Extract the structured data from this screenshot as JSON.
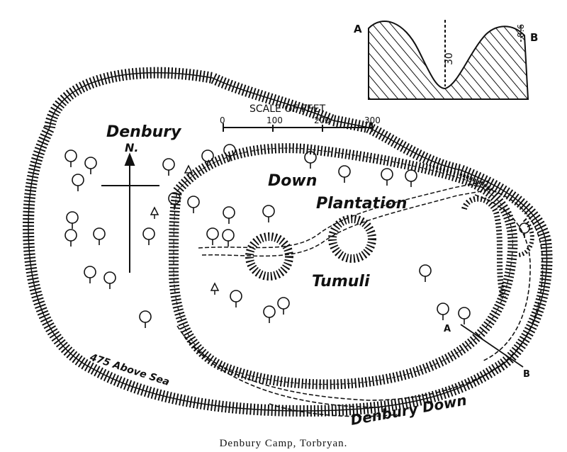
{
  "map": {
    "caption": "Denbury Camp, Torbryan.",
    "labels": {
      "denbury": "Denbury",
      "north": "N.",
      "down": "Down",
      "plantation": "Plantation",
      "tumuli": "Tumuli",
      "above_sea": "475 Above Sea",
      "denbury_down": "Denbury Down",
      "section_a_map": "A",
      "section_b_map": "B"
    },
    "scale": {
      "title": "SCALE OF FEET",
      "ticks": [
        "0",
        "100",
        "200",
        "300"
      ]
    },
    "section": {
      "label_a": "A",
      "label_b": "B",
      "depth": "30",
      "height": "8.6"
    },
    "colors": {
      "ink": "#111111",
      "paper": "#ffffff"
    }
  }
}
